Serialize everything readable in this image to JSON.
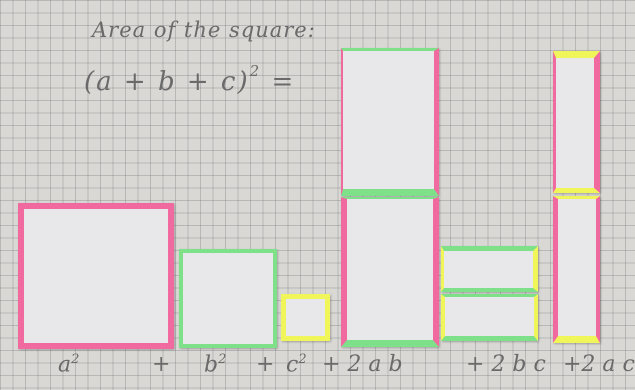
{
  "heading": {
    "line1": "Area of the square:",
    "line2": "(a + b + c)",
    "exponent": "2",
    "equals": "="
  },
  "expansion": [
    {
      "base": "a",
      "exp": "2"
    },
    {
      "base": "+",
      "exp": ""
    },
    {
      "base": "b",
      "exp": "2"
    },
    {
      "base": "+",
      "exp": ""
    },
    {
      "base": "c",
      "exp": "2"
    },
    {
      "base": "+ 2 a b",
      "exp": ""
    },
    {
      "base": "+ 2 b c",
      "exp": ""
    },
    {
      "base": "+2 a c",
      "exp": ""
    }
  ],
  "colors": {
    "a": "#f06aa0",
    "b": "#7fe08a",
    "c": "#f0f55a",
    "paper": "#e8e8ea",
    "grid_bg": "#d9d8d4"
  }
}
